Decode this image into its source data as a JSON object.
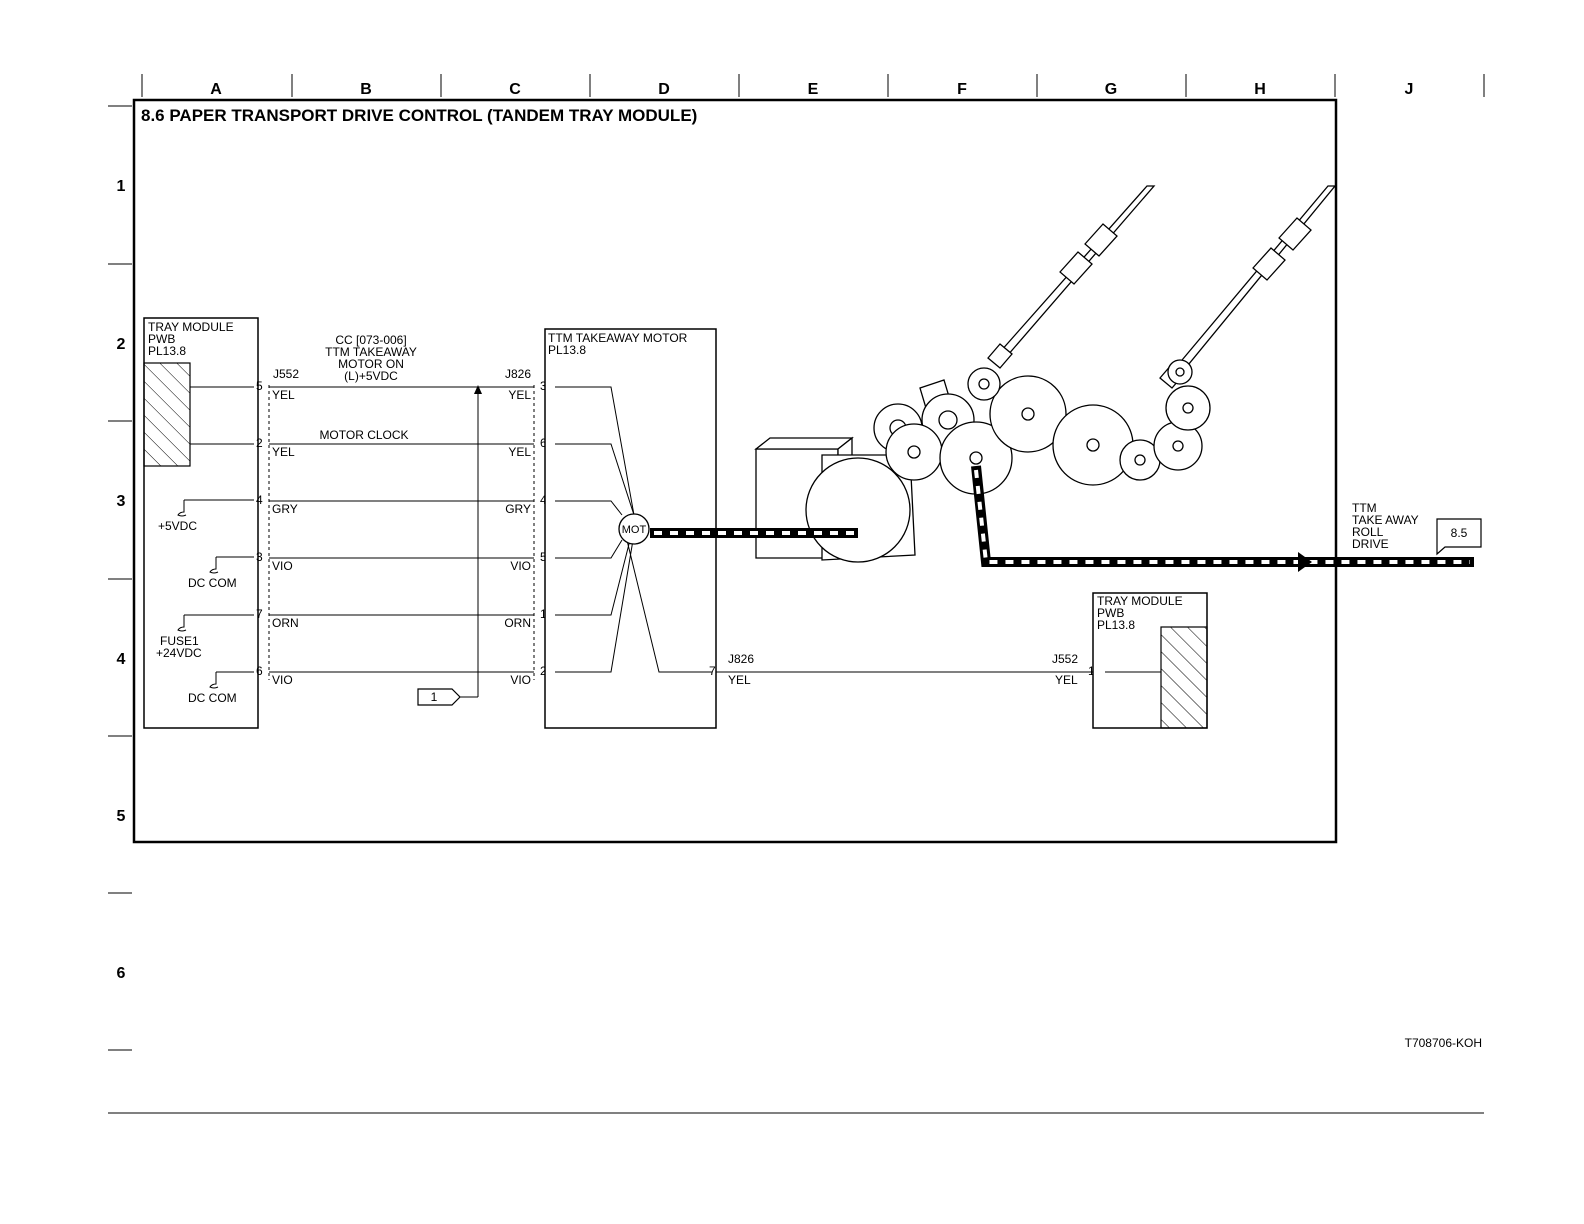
{
  "title": "8.6 PAPER TRANSPORT DRIVE CONTROL (TANDEM TRAY MODULE)",
  "columns": [
    "A",
    "B",
    "C",
    "D",
    "E",
    "F",
    "G",
    "H",
    "J"
  ],
  "rows": [
    "1",
    "2",
    "3",
    "4",
    "5",
    "6"
  ],
  "tray_pwb_left": {
    "line1": "TRAY MODULE",
    "line2": "PWB",
    "line3": "PL13.8"
  },
  "tray_pwb_right": {
    "line1": "TRAY MODULE",
    "line2": "PWB",
    "line3": "PL13.8"
  },
  "motor_box": {
    "line1": "TTM TAKEAWAY MOTOR",
    "line2": "PL13.8",
    "symbol": "MOT"
  },
  "cc_label": {
    "line1": "CC [073-006]",
    "line2": "TTM TAKEAWAY",
    "line3": "MOTOR ON",
    "line4": "(L)+5VDC"
  },
  "motor_clock": "MOTOR CLOCK",
  "connectors": {
    "left": "J552",
    "mid": "J826",
    "right_motor": "J826",
    "right_pwb": "J552"
  },
  "wires": [
    {
      "pin_left": "5",
      "pin_right": "3",
      "color_left": "YEL",
      "color_right": "YEL"
    },
    {
      "pin_left": "2",
      "pin_right": "6",
      "color_left": "YEL",
      "color_right": "YEL"
    },
    {
      "pin_left": "4",
      "pin_right": "4",
      "color_left": "GRY",
      "color_right": "GRY"
    },
    {
      "pin_left": "3",
      "pin_right": "5",
      "color_left": "VIO",
      "color_right": "VIO"
    },
    {
      "pin_left": "7",
      "pin_right": "1",
      "color_left": "ORN",
      "color_right": "ORN"
    },
    {
      "pin_left": "6",
      "pin_right": "2",
      "color_left": "VIO",
      "color_right": "VIO"
    }
  ],
  "power_labels": {
    "v5": "+5VDC",
    "dccom1": "DC COM",
    "fuse": "FUSE1",
    "v24": "+24VDC",
    "dccom2": "DC COM"
  },
  "ref_flag": "1",
  "output_wire": {
    "pin_motor": "7",
    "color_motor": "YEL",
    "pin_pwb": "1",
    "color_pwb": "YEL"
  },
  "drive_label": {
    "line1": "TTM",
    "line2": "TAKE AWAY",
    "line3": "ROLL",
    "line4": "DRIVE"
  },
  "drive_ref": "8.5",
  "footer_code": "T708706-KOH"
}
